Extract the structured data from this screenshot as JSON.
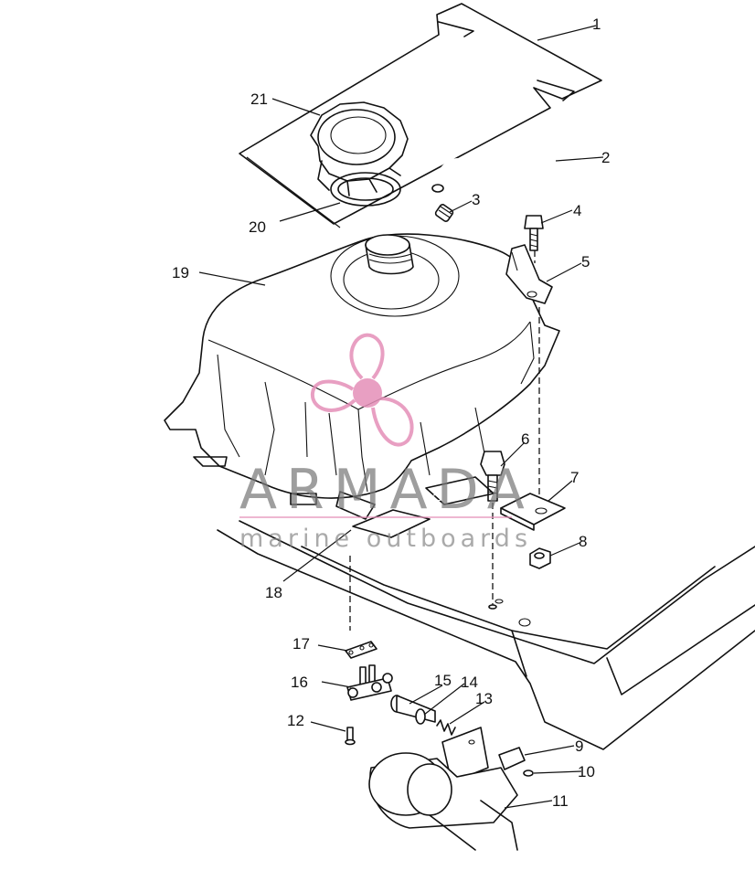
{
  "callouts": [
    {
      "id": "1",
      "label": "1"
    },
    {
      "id": "2",
      "label": "2"
    },
    {
      "id": "3",
      "label": "3"
    },
    {
      "id": "4",
      "label": "4"
    },
    {
      "id": "5",
      "label": "5"
    },
    {
      "id": "6",
      "label": "6"
    },
    {
      "id": "7",
      "label": "7"
    },
    {
      "id": "8",
      "label": "8"
    },
    {
      "id": "9",
      "label": "9"
    },
    {
      "id": "10",
      "label": "10"
    },
    {
      "id": "11",
      "label": "11"
    },
    {
      "id": "12",
      "label": "12"
    },
    {
      "id": "13",
      "label": "13"
    },
    {
      "id": "14",
      "label": "14"
    },
    {
      "id": "15",
      "label": "15"
    },
    {
      "id": "16",
      "label": "16"
    },
    {
      "id": "17",
      "label": "17"
    },
    {
      "id": "18",
      "label": "18"
    },
    {
      "id": "19",
      "label": "19"
    },
    {
      "id": "20",
      "label": "20"
    },
    {
      "id": "21",
      "label": "21"
    }
  ],
  "watermark": {
    "title": "ARMADA",
    "subtitle": "marine outboards",
    "logo_color": "#e58fb8",
    "logo_icon": "propeller-icon"
  }
}
